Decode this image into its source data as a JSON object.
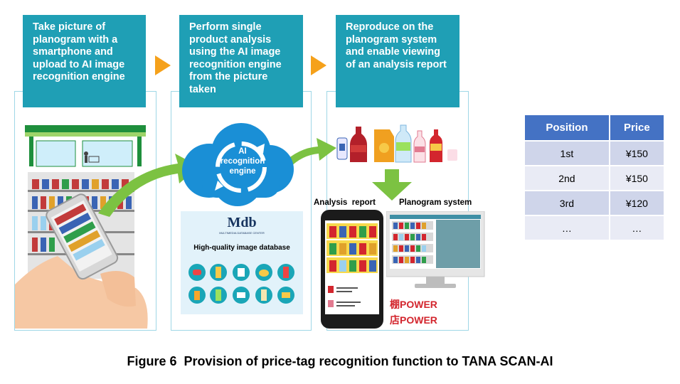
{
  "steps": [
    {
      "text": "Take picture of planogram with a smartphone and upload to AI image recognition engine"
    },
    {
      "text": "Perform single product analysis using the AI image recognition engine from the picture taken"
    },
    {
      "text": "Reproduce on the planogram system and enable viewing of an analysis report"
    }
  ],
  "cloud": {
    "label": "AI recognition engine"
  },
  "database": {
    "logo": "Mdb",
    "logo_sub": "MULTIMEDIA DATABASE CENTER",
    "label": "High-quality image database"
  },
  "outputs": {
    "analysis_report_label": "Analysis  report",
    "planogram_system_label": "Planogram system",
    "brand1": "棚POWER",
    "brand2": "店POWER"
  },
  "table": {
    "headers": [
      "Position",
      "Price"
    ],
    "rows": [
      [
        "1st",
        "¥150"
      ],
      [
        "2nd",
        "¥150"
      ],
      [
        "3rd",
        "¥120"
      ],
      [
        "…",
        "…"
      ]
    ]
  },
  "caption": "Figure 6  Provision of price-tag recognition function to TANA SCAN-AI",
  "colors": {
    "step_box": "#1f9fb5",
    "arrow_orange": "#f5a11b",
    "arrow_green": "#7cc242",
    "cloud": "#1a8fd6",
    "table_header": "#4472c4"
  }
}
